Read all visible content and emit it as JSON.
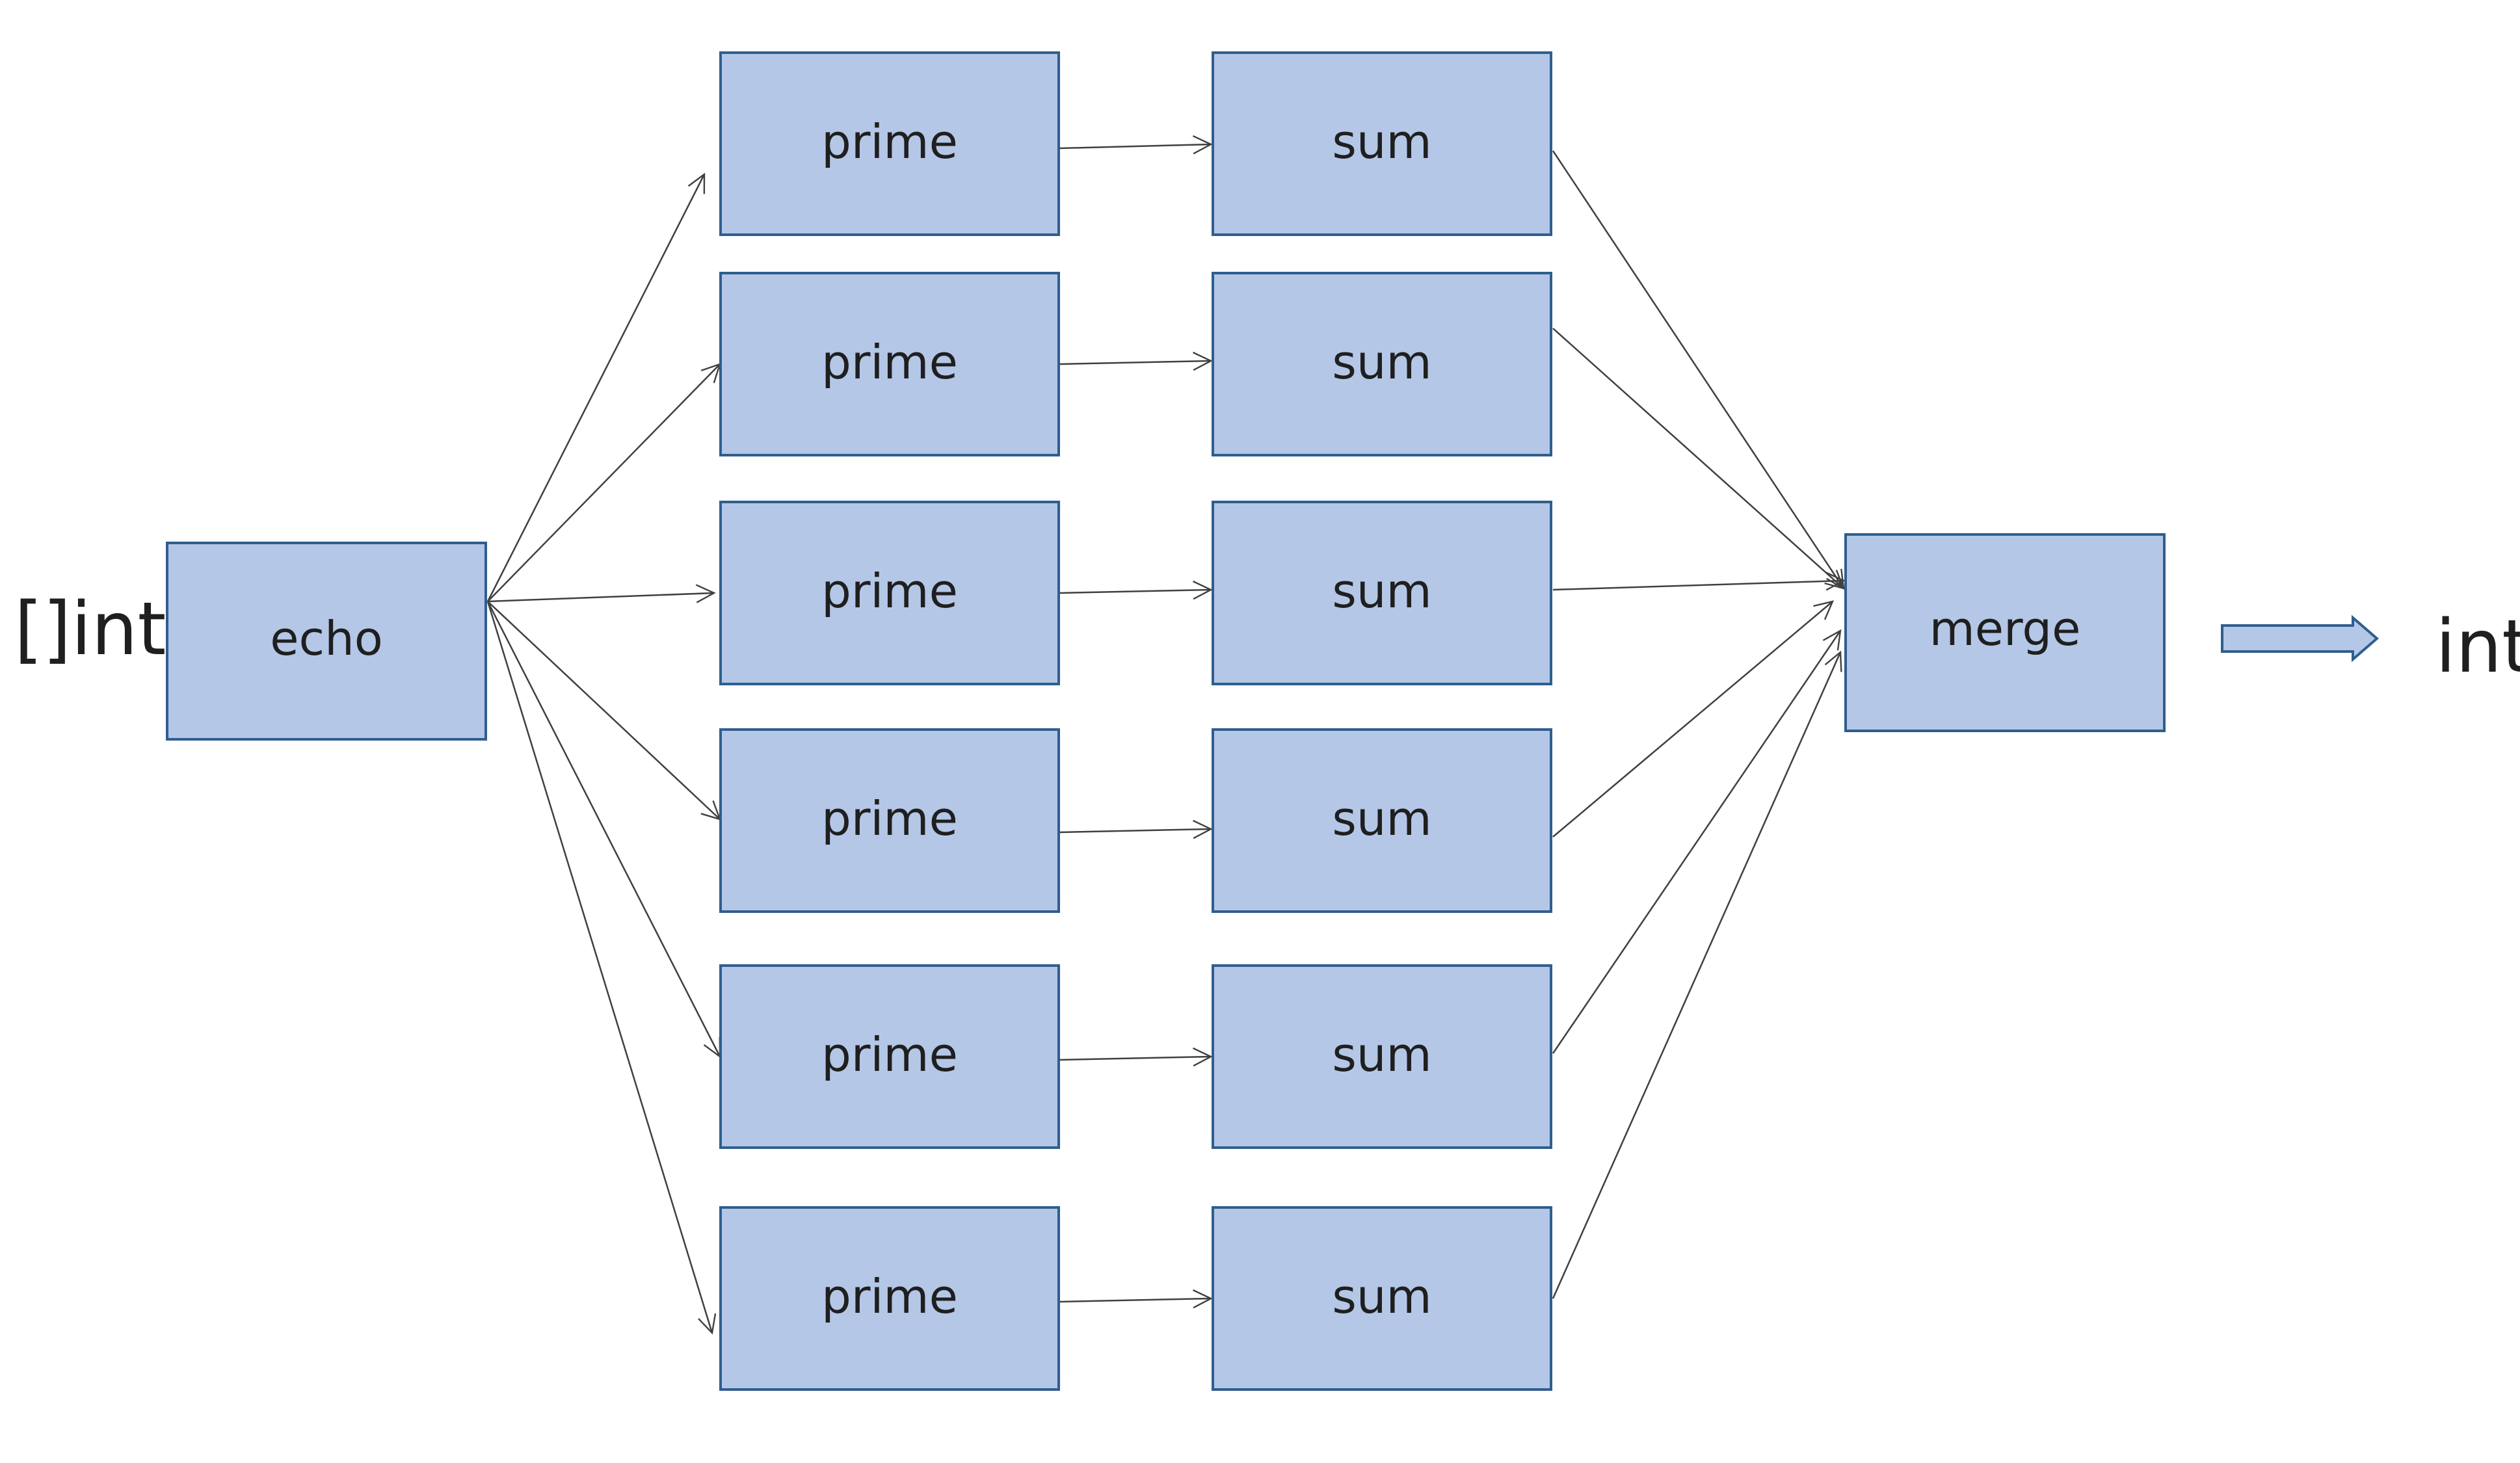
{
  "diagram": {
    "input_label": "[]int",
    "output_label": "int",
    "echo_label": "echo",
    "merge_label": "merge",
    "prime_labels": [
      "prime",
      "prime",
      "prime",
      "prime",
      "prime",
      "prime"
    ],
    "sum_labels": [
      "sum",
      "sum",
      "sum",
      "sum",
      "sum",
      "sum"
    ],
    "colors": {
      "box_fill": "#b4c7e7",
      "box_stroke": "#2f5e8e",
      "edge": "#404040",
      "text": "#1f1f1f"
    }
  }
}
